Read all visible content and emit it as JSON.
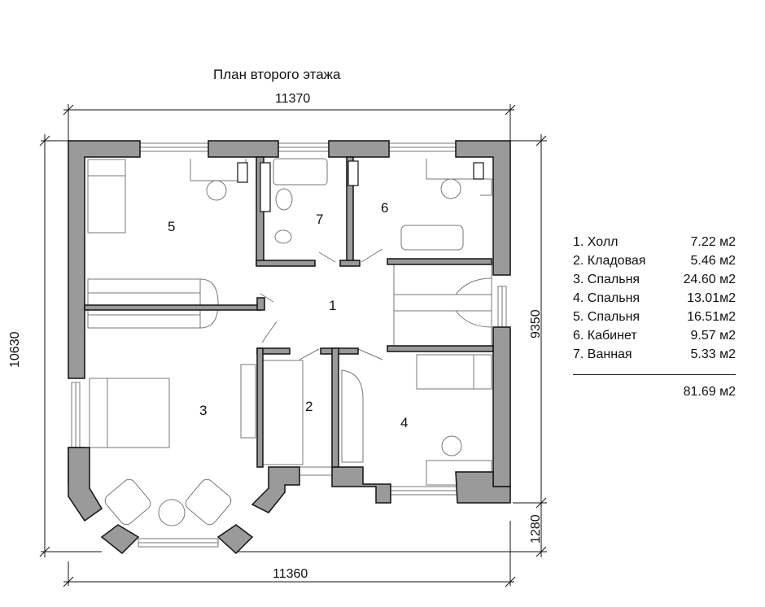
{
  "title": "План второго этажа",
  "dimensions": {
    "top": "11370",
    "bottom": "11360",
    "left": "10630",
    "right_upper": "9350",
    "right_lower": "1280"
  },
  "room_numbers": [
    "1",
    "2",
    "3",
    "4",
    "5",
    "6",
    "7"
  ],
  "legend": {
    "rows": [
      {
        "name": "1. Холл",
        "area": "7.22 м2"
      },
      {
        "name": "2. Кладовая",
        "area": "5.46 м2"
      },
      {
        "name": "3. Спальня",
        "area": "24.60 м2"
      },
      {
        "name": "4. Спальня",
        "area": "13.01м2"
      },
      {
        "name": "5. Спальня",
        "area": "16.51м2"
      },
      {
        "name": "6. Кабинет",
        "area": "9.57 м2"
      },
      {
        "name": "7. Ванная",
        "area": "5.33 м2"
      }
    ],
    "total": "81.69 м2"
  },
  "colors": {
    "wall": "#9a9a9a",
    "line": "#111111",
    "thin": "#777777"
  }
}
